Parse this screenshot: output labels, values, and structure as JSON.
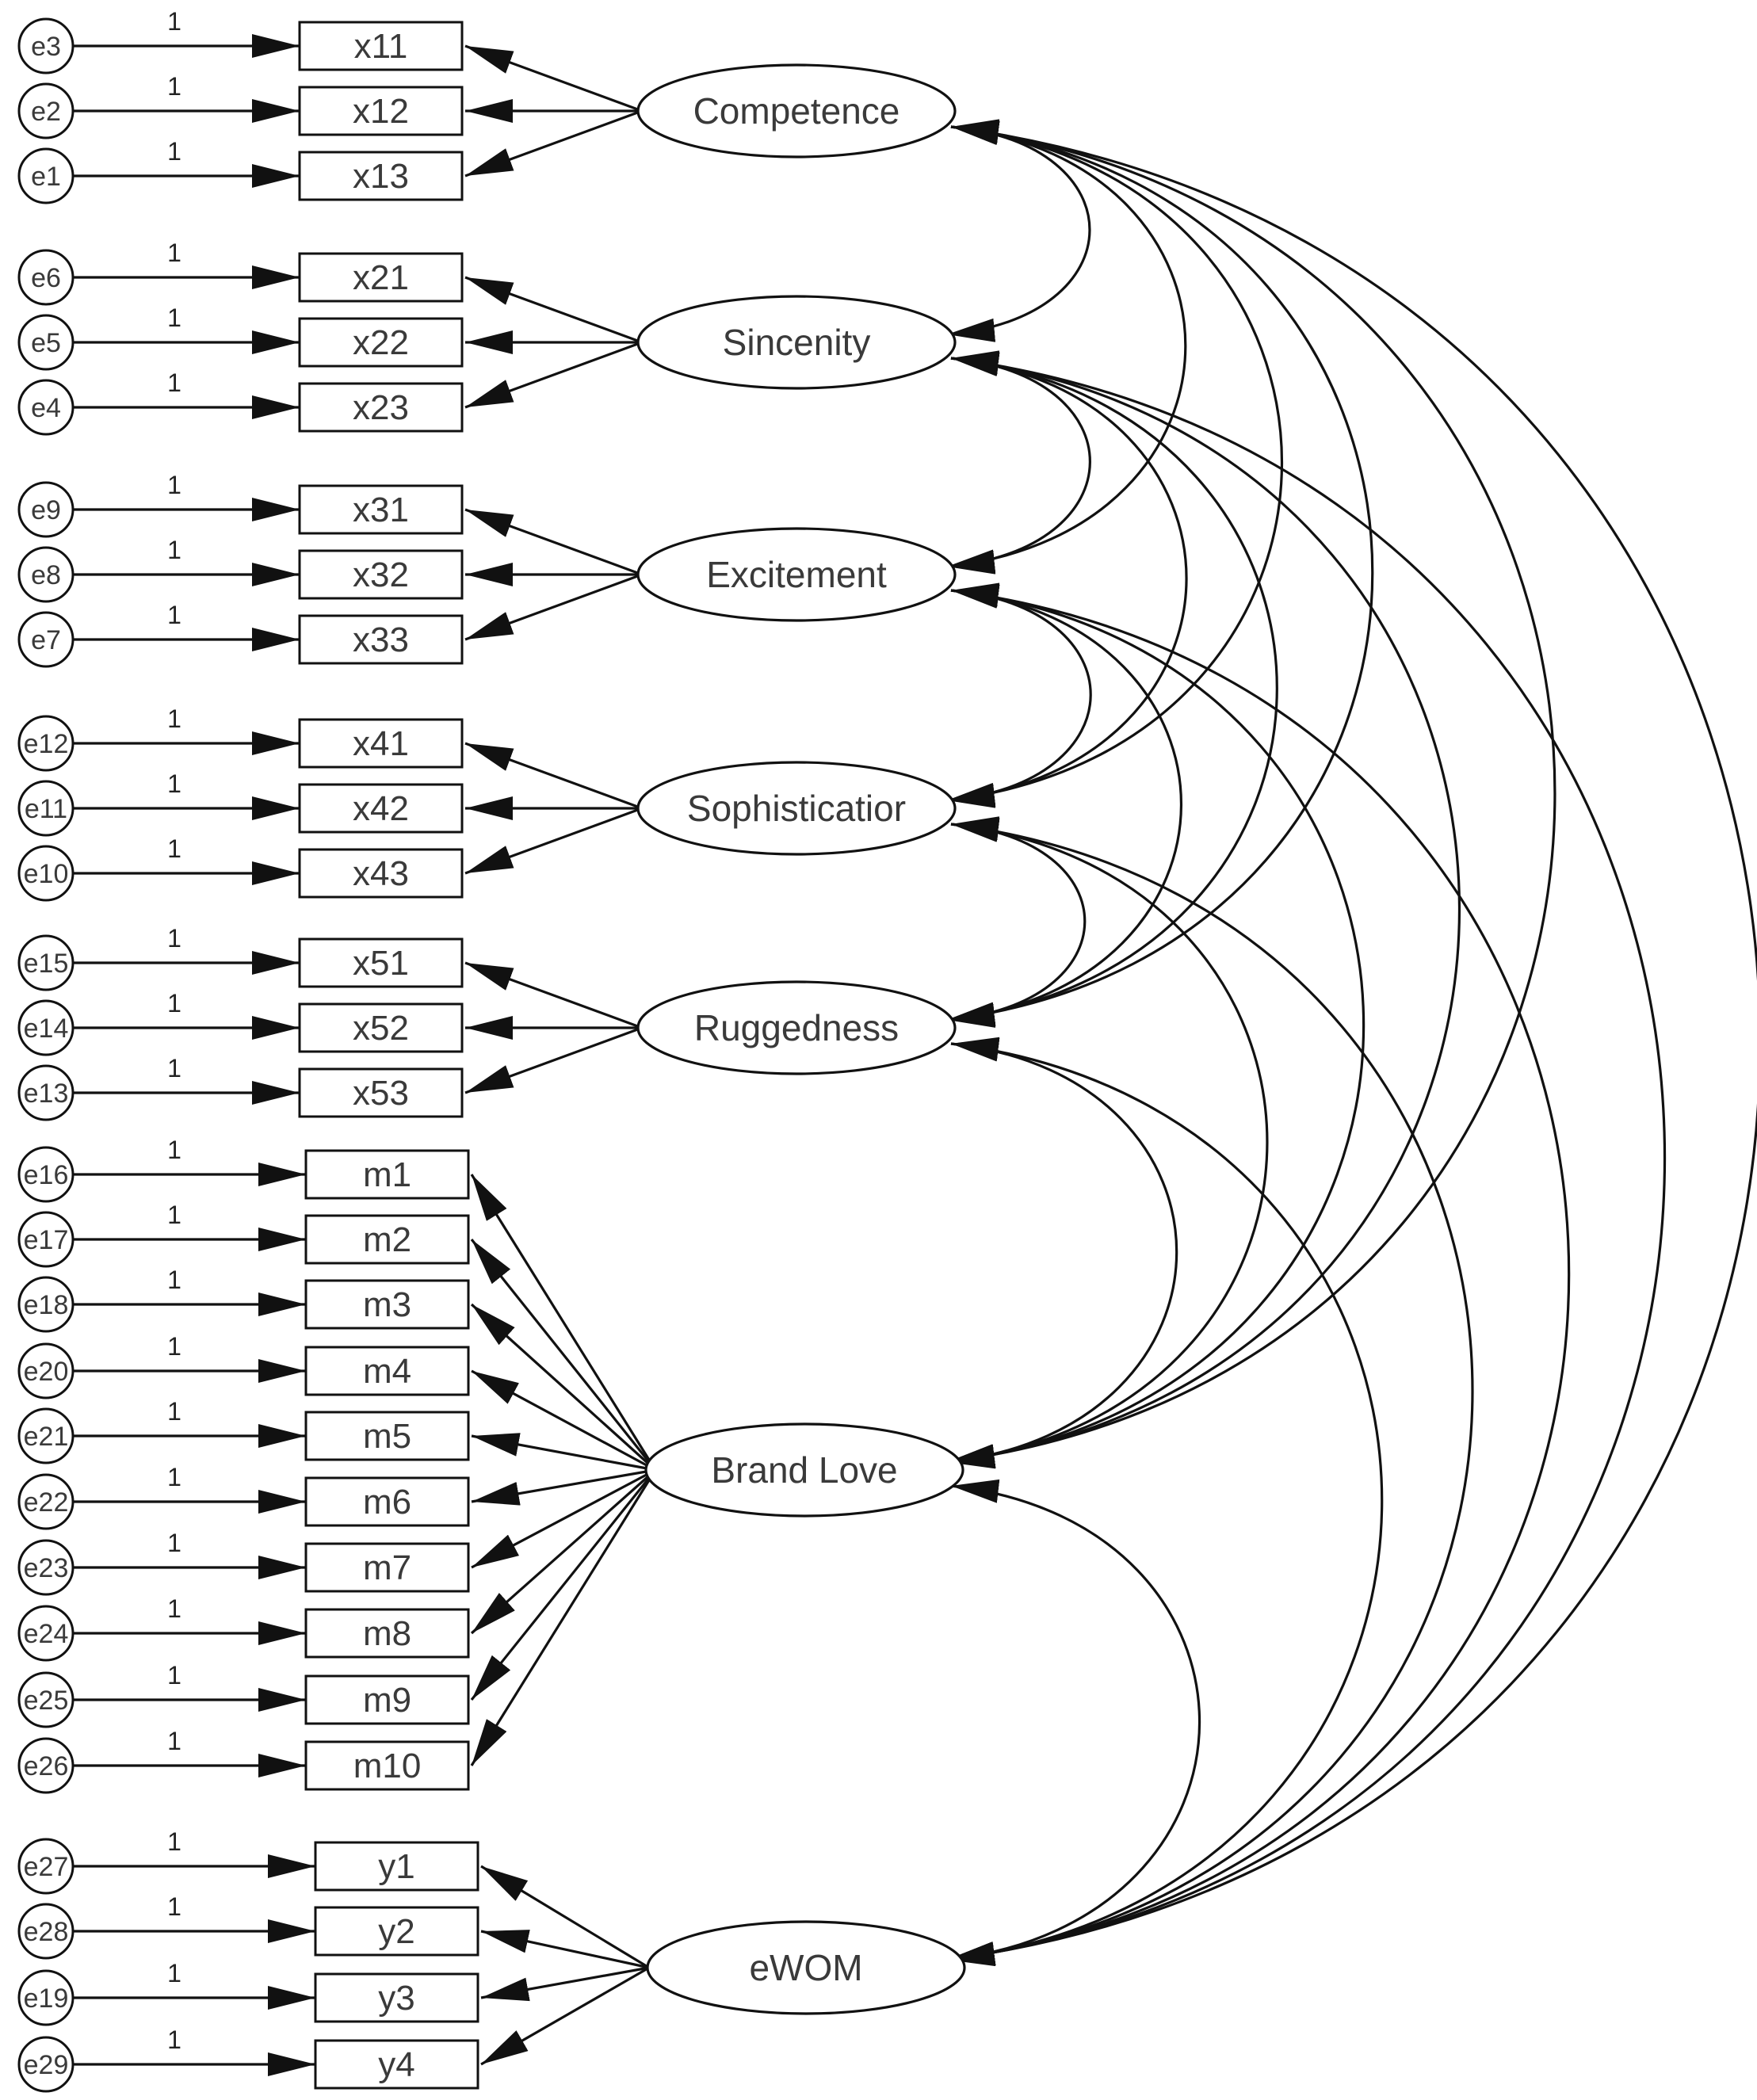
{
  "diagram": {
    "latents": [
      {
        "id": "competence",
        "label": "Competence"
      },
      {
        "id": "sincerity",
        "label": "Sincenity"
      },
      {
        "id": "excitement",
        "label": "Excitement"
      },
      {
        "id": "sophistication",
        "label": "Sophisticatior"
      },
      {
        "id": "ruggedness",
        "label": "Ruggedness"
      },
      {
        "id": "brand-love",
        "label": "Brand Love"
      },
      {
        "id": "ewom",
        "label": "eWOM"
      }
    ],
    "indicators": [
      {
        "label": "x11",
        "error": "e3",
        "weight": "1",
        "latent": 0
      },
      {
        "label": "x12",
        "error": "e2",
        "weight": "1",
        "latent": 0
      },
      {
        "label": "x13",
        "error": "e1",
        "weight": "1",
        "latent": 0
      },
      {
        "label": "x21",
        "error": "e6",
        "weight": "1",
        "latent": 1
      },
      {
        "label": "x22",
        "error": "e5",
        "weight": "1",
        "latent": 1
      },
      {
        "label": "x23",
        "error": "e4",
        "weight": "1",
        "latent": 1
      },
      {
        "label": "x31",
        "error": "e9",
        "weight": "1",
        "latent": 2
      },
      {
        "label": "x32",
        "error": "e8",
        "weight": "1",
        "latent": 2
      },
      {
        "label": "x33",
        "error": "e7",
        "weight": "1",
        "latent": 2
      },
      {
        "label": "x41",
        "error": "e12",
        "weight": "1",
        "latent": 3
      },
      {
        "label": "x42",
        "error": "e11",
        "weight": "1",
        "latent": 3
      },
      {
        "label": "x43",
        "error": "e10",
        "weight": "1",
        "latent": 3
      },
      {
        "label": "x51",
        "error": "e15",
        "weight": "1",
        "latent": 4
      },
      {
        "label": "x52",
        "error": "e14",
        "weight": "1",
        "latent": 4
      },
      {
        "label": "x53",
        "error": "e13",
        "weight": "1",
        "latent": 4
      },
      {
        "label": "m1",
        "error": "e16",
        "weight": "1",
        "latent": 5
      },
      {
        "label": "m2",
        "error": "e17",
        "weight": "1",
        "latent": 5
      },
      {
        "label": "m3",
        "error": "e18",
        "weight": "1",
        "latent": 5
      },
      {
        "label": "m4",
        "error": "e20",
        "weight": "1",
        "latent": 5
      },
      {
        "label": "m5",
        "error": "e21",
        "weight": "1",
        "latent": 5
      },
      {
        "label": "m6",
        "error": "e22",
        "weight": "1",
        "latent": 5
      },
      {
        "label": "m7",
        "error": "e23",
        "weight": "1",
        "latent": 5
      },
      {
        "label": "m8",
        "error": "e24",
        "weight": "1",
        "latent": 5
      },
      {
        "label": "m9",
        "error": "e25",
        "weight": "1",
        "latent": 5
      },
      {
        "label": "m10",
        "error": "e26",
        "weight": "1",
        "latent": 5
      },
      {
        "label": "y1",
        "error": "e27",
        "weight": "1",
        "latent": 6
      },
      {
        "label": "y2",
        "error": "e28",
        "weight": "1",
        "latent": 6
      },
      {
        "label": "y3",
        "error": "e19",
        "weight": "1",
        "latent": 6
      },
      {
        "label": "y4",
        "error": "e29",
        "weight": "1",
        "latent": 6
      }
    ],
    "fixed_loading_label": "1",
    "colors": {
      "stroke": "#111111",
      "text": "#3a3a3a",
      "background": "#ffffff"
    }
  }
}
